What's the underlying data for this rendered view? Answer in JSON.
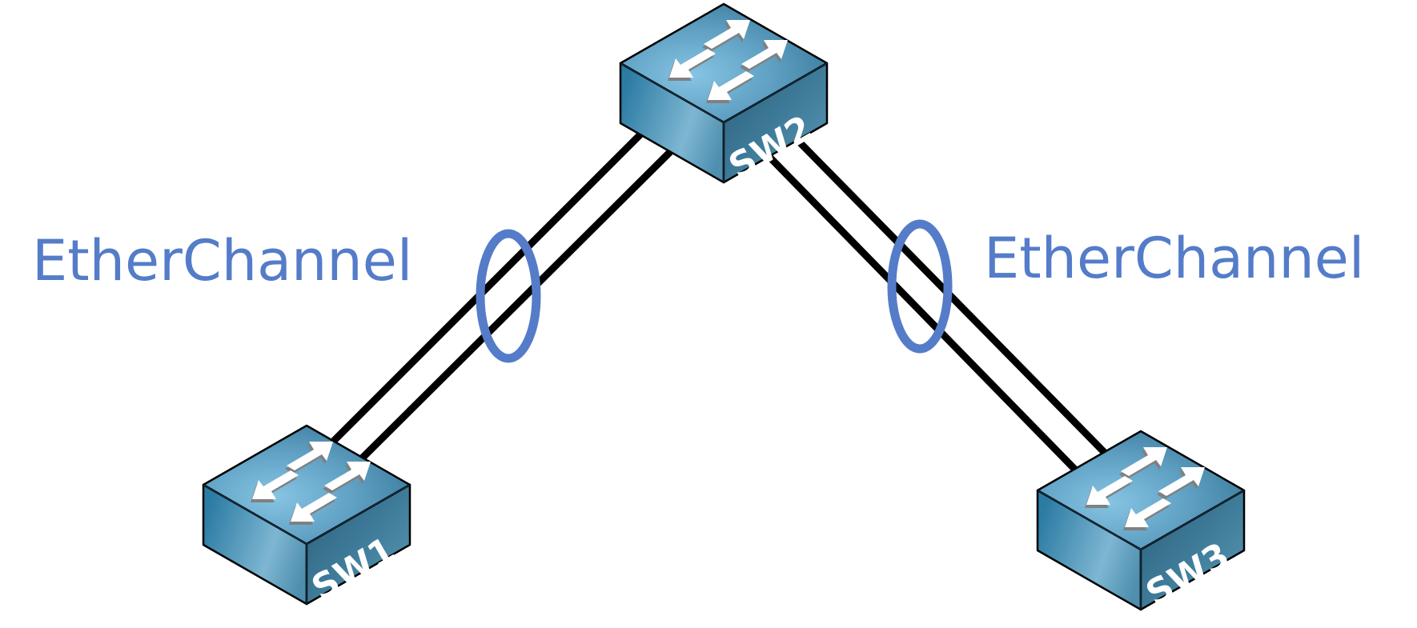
{
  "diagram": {
    "title": "EtherChannel topology",
    "colors": {
      "label": "#547CC9",
      "bundle_oval": "#547CC9",
      "link": "#000000",
      "switch_top_light": "#86C4E3",
      "switch_top_dark": "#3F7FA1",
      "switch_left_light": "#7DB6D2",
      "switch_left_dark": "#2C7BA3",
      "switch_right_light": "#4C8BAA",
      "switch_right_dark": "#2B5D78",
      "arrow": "#ffffff",
      "arrow_shadow": "#808080"
    },
    "switches": [
      {
        "id": "sw1",
        "name": "SW1"
      },
      {
        "id": "sw2",
        "name": "SW2"
      },
      {
        "id": "sw3",
        "name": "SW3"
      }
    ],
    "links": [
      {
        "from": "SW2",
        "to": "SW1",
        "count": 2
      },
      {
        "from": "SW2",
        "to": "SW3",
        "count": 2
      }
    ],
    "labels": {
      "left": "EtherChannel",
      "right": "EtherChannel"
    }
  }
}
